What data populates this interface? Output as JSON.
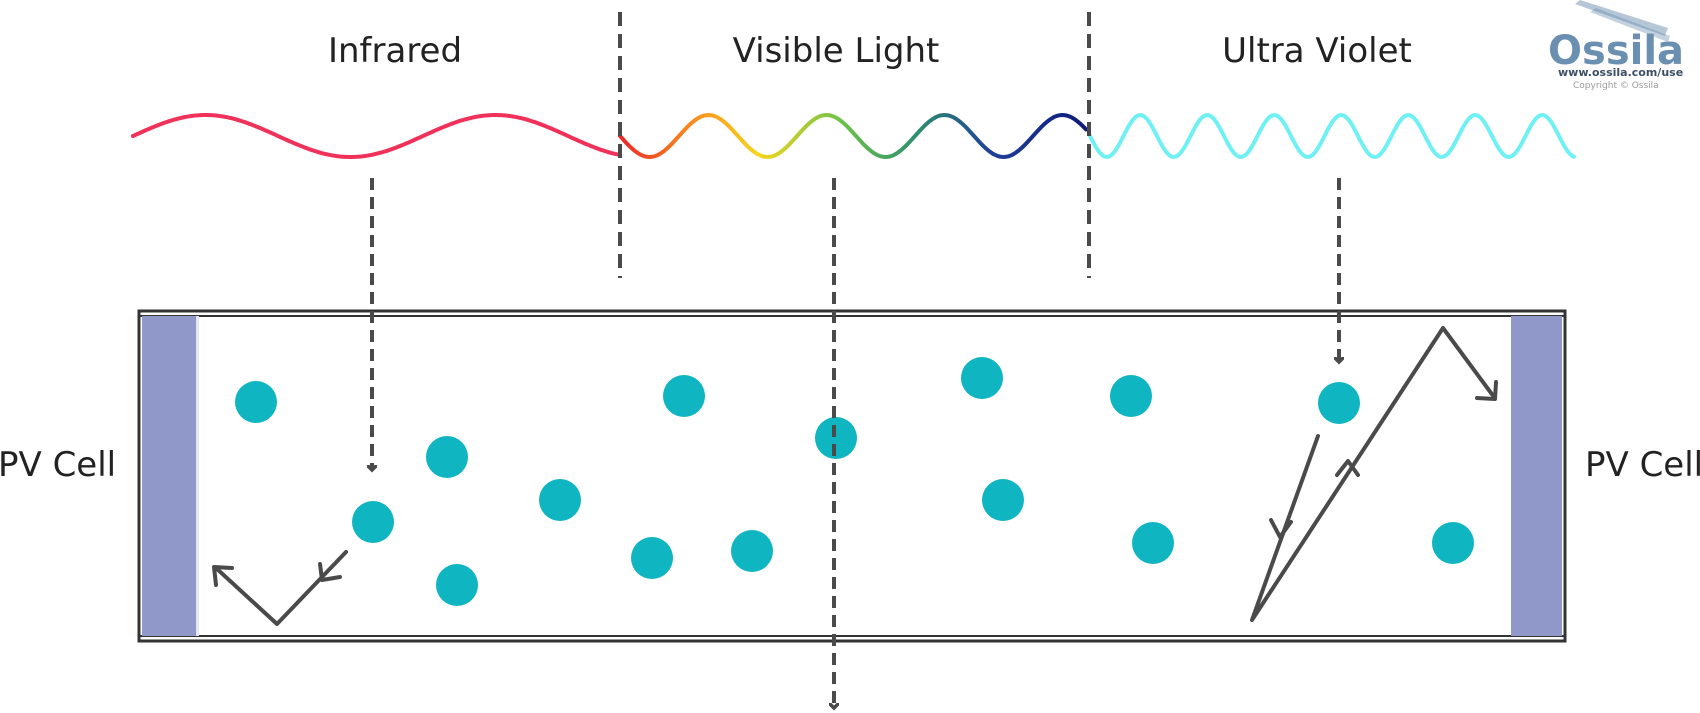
{
  "bands": [
    {
      "label": "Infrared"
    },
    {
      "label": "Visible Light"
    },
    {
      "label": "Ultra Violet"
    }
  ],
  "pv_cell_left": "PV Cell",
  "pv_cell_right": "PV Cell",
  "logo": {
    "name": "Ossila",
    "url": "www.ossila.com/use",
    "copyright": "Copyright © Ossila"
  },
  "colors": {
    "infrared": "#f0315a",
    "ultraviolet": "#6ff0f5",
    "particle": "#0fb5c0",
    "pv_cell": "#8f98c8",
    "arrow": "#4a4a4a",
    "frame": "#333333"
  }
}
